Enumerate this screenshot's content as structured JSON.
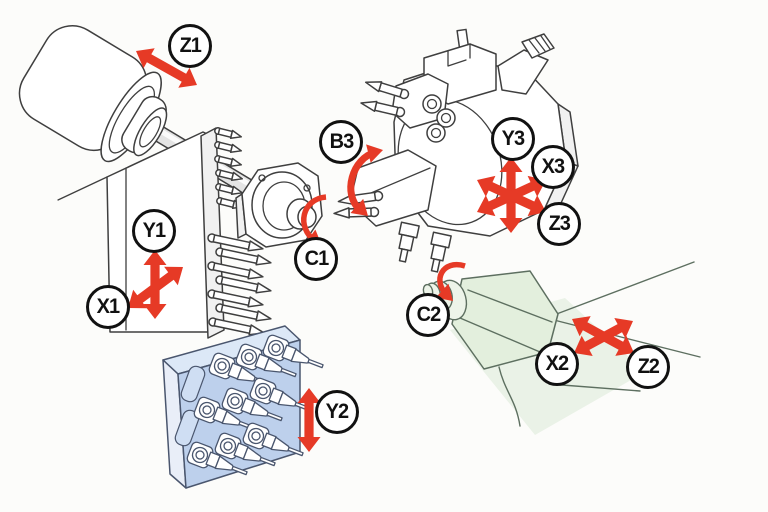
{
  "colors": {
    "background": "#fcfcfa",
    "arrow": "#e63a26",
    "outline": "#3f3f3f",
    "tool_block_face": "#bdd0ec",
    "tool_block_top": "#dce8f7",
    "tool_block_side": "#e9eef8",
    "sub_spindle_body": "#e3efdd",
    "sub_spindle_wash": "#aed0a4",
    "label_border": "#111111",
    "label_background": "#ffffff"
  },
  "axes": {
    "z1": {
      "label": "Z1",
      "motion": "linear"
    },
    "y1": {
      "label": "Y1",
      "motion": "linear"
    },
    "x1": {
      "label": "X1",
      "motion": "linear"
    },
    "c1": {
      "label": "C1",
      "motion": "rotary"
    },
    "b3": {
      "label": "B3",
      "motion": "rotary"
    },
    "y3": {
      "label": "Y3",
      "motion": "linear"
    },
    "x3": {
      "label": "X3",
      "motion": "linear"
    },
    "z3": {
      "label": "Z3",
      "motion": "linear"
    },
    "c2": {
      "label": "C2",
      "motion": "rotary"
    },
    "x2": {
      "label": "X2",
      "motion": "linear"
    },
    "z2": {
      "label": "Z2",
      "motion": "linear"
    },
    "y2": {
      "label": "Y2",
      "motion": "linear"
    }
  }
}
